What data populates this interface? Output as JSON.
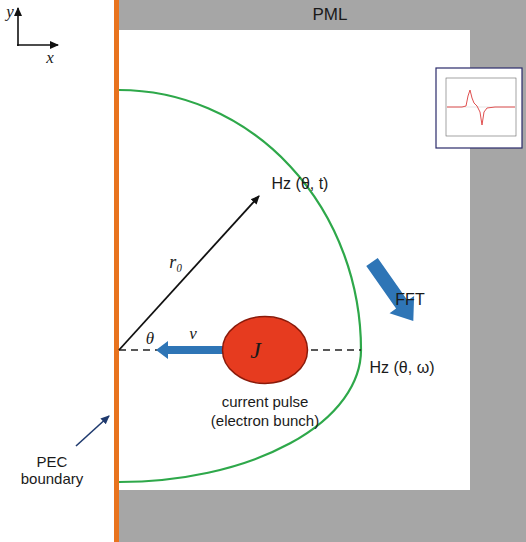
{
  "diagram": {
    "nodes": [
      {
        "text": [
          "J⃗"
        ]
      }
    ],
    "labels": [
      "PML",
      "y",
      "x",
      "r₀",
      "θ",
      "v",
      "Hz (θ, t)",
      "FFT",
      "Hz (θ, ω)",
      "PEC boundary",
      "current pulse",
      "(electron bunch)"
    ]
  }
}
